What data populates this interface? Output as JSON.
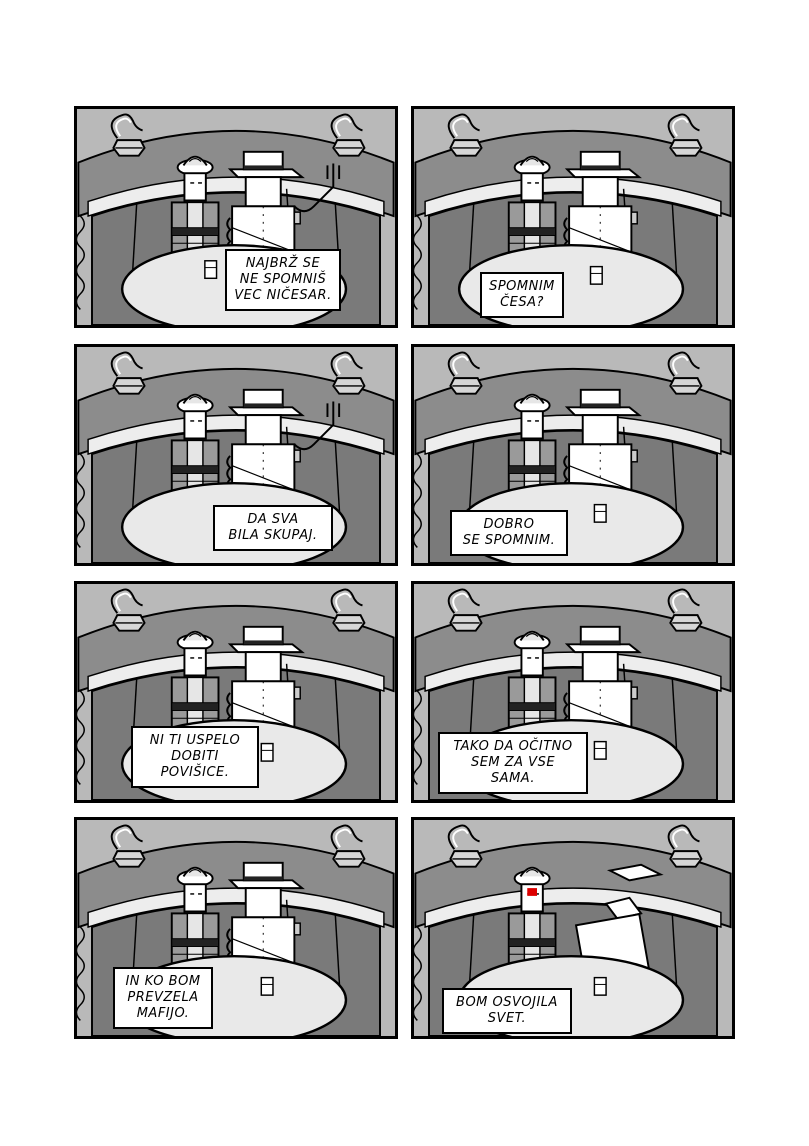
{
  "comic": {
    "panels": [
      {
        "caption": "NAJBRŽ SE\nNE SPOMNIŠ\nVEC NIČESAR."
      },
      {
        "caption": "SPOMNIM\nČESA?"
      },
      {
        "caption": "DA SVA\nBILA SKUPAJ."
      },
      {
        "caption": "DOBRO\nSE SPOMNIM."
      },
      {
        "caption": "NI TI USPELO\nDOBITI\nPOVIŠICE."
      },
      {
        "caption": "TAKO DA OČITNO\nSEM ZA VSE\nSAMA."
      },
      {
        "caption": "IN KO BOM\nPREVZELA\nMAFIJO."
      },
      {
        "caption": "BOM OSVOJILA\nSVET."
      }
    ]
  },
  "colors": {
    "background": "#b9b9b9",
    "booth": "#808080",
    "table": "#e9e9e9",
    "ink": "#000000",
    "angry_eye": "#dd0000"
  }
}
